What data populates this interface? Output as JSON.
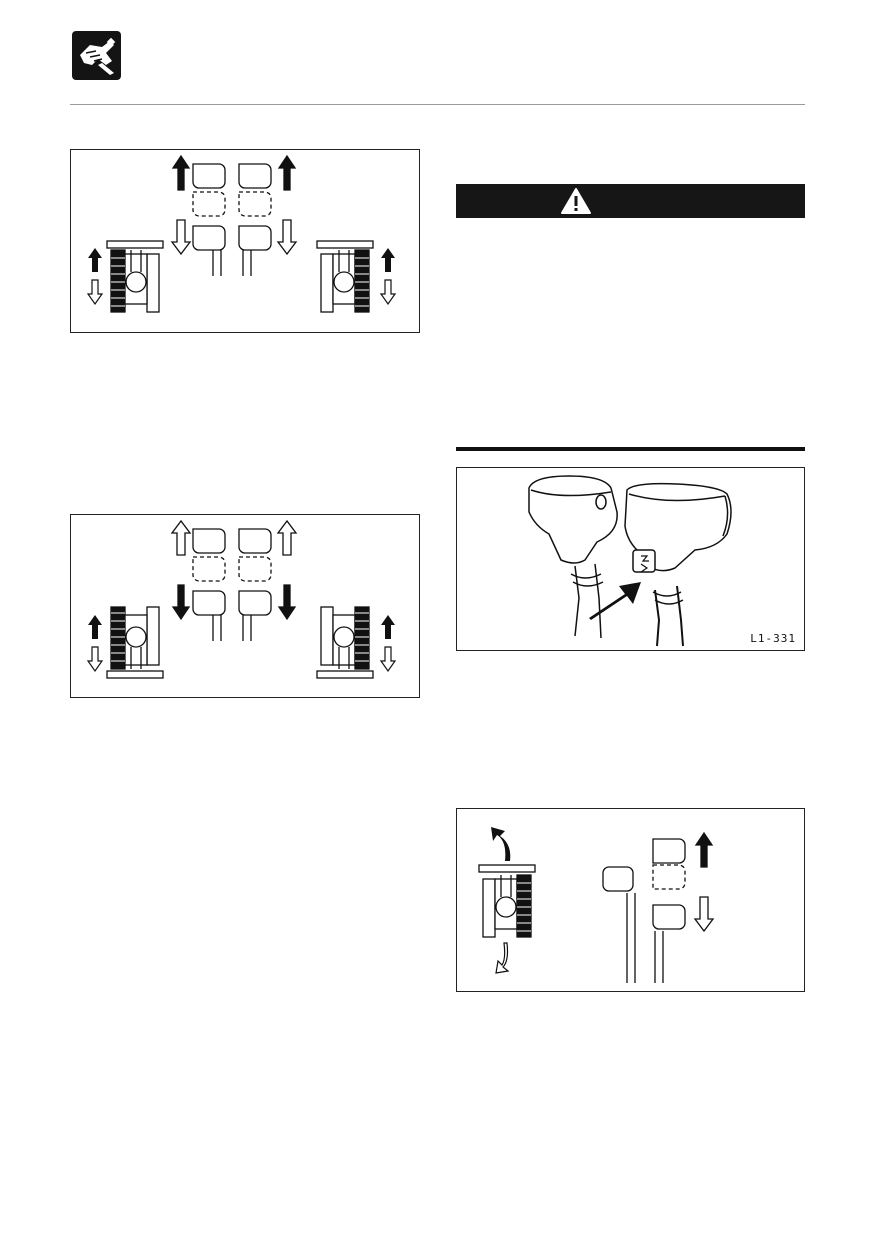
{
  "page": {
    "header_icon": "hand-lever-icon"
  },
  "figures": {
    "travel_forward": {
      "icon": "travel-levers-forward-diagram"
    },
    "travel_reverse": {
      "icon": "travel-levers-reverse-diagram"
    },
    "lever_photo": {
      "icon": "lever-button-illustration",
      "code": "L1-331"
    },
    "pivot_turn": {
      "icon": "pivot-turn-diagram"
    }
  },
  "warning": {
    "icon": "warning-triangle-icon"
  },
  "colors": {
    "ink": "#111111",
    "warning_bar": "#161616",
    "rule": "#9a9a9a"
  }
}
